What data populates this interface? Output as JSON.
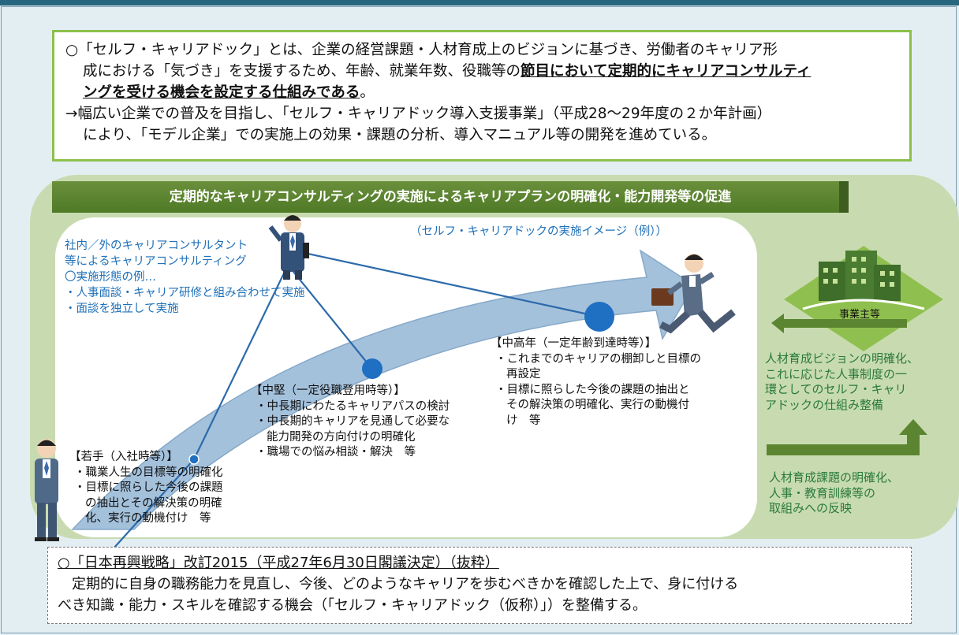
{
  "intro": {
    "line1": "○「セルフ・キャリアドック」とは、企業の経営課題・人材育成上のビジョンに基づき、労働者のキャリア形",
    "line2_plain": "成における「気づき」を支援するため、年齢、就業年数、役職等の",
    "line2_bold": "節目において定期的にキャリアコンサルティ",
    "line3_bold": "ングを受ける機会を設定する仕組みである",
    "line3_end": "。",
    "line4": "→幅広い企業での普及を目指し、「セルフ・キャリアドック導入支援事業」（平成28〜29年度の２か年計画）",
    "line5": "により、「モデル企業」での実施上の効果・課題の分析、導入マニュアル等の開発を進めている。"
  },
  "banner": "定期的なキャリアコンサルティングの実施によるキャリアプランの明確化・能力開発等の促進",
  "image_caption": "（セルフ・キャリアドックの実施イメージ（例））",
  "consultant": {
    "line1": "社内／外のキャリアコンサルタント",
    "line2": "等によるキャリアコンサルティング",
    "forms_title": "〇実施形態の例…",
    "form1": "・人事面談・キャリア研修と組み合わせて実施",
    "form2": "・面談を独立して実施"
  },
  "stages": {
    "young": {
      "title": "【若手（入社時等）】",
      "items": [
        "・職業人生の目標等の明確化",
        "・目標に照らした今後の課題",
        "の抽出とその解決策の明確",
        "化、実行の動機付け　等"
      ]
    },
    "mid": {
      "title": "【中堅（一定役職登用時等）】",
      "items": [
        "・中長期にわたるキャリアパスの検討",
        "・中長期的キャリアを見通して必要な",
        "能力開発の方向付けの明確化",
        "・職場での悩み相談・解決　等"
      ]
    },
    "senior": {
      "title": "【中高年（一定年齢到達時等）】",
      "items": [
        "・これまでのキャリアの棚卸しと目標の",
        "再設定",
        "・目標に照らした今後の課題の抽出と",
        "その解決策の明確化、実行の動機付",
        "け　等"
      ]
    }
  },
  "employer": {
    "label": "事業主等",
    "text1": [
      "人材育成ビジョンの明確化、",
      "これに応じた人事制度の一",
      "環としてのセルフ・キャリ",
      "アドックの仕組み整備"
    ],
    "text2": [
      "人材育成課題の明確化、",
      "人事・教育訓練等の",
      "取組みへの反映"
    ]
  },
  "quote": {
    "title": "○「日本再興戦略」改訂2015（平成27年6月30日閣議決定）（抜粋）",
    "line1": "　定期的に自身の職務能力を見直し、今後、どのようなキャリアを歩むべきかを確認した上で、身に付ける",
    "line2": "べき知識・能力・スキルを確認する機会（「セルフ・キャリアドック（仮称）」）を整備する。"
  },
  "colors": {
    "frame_bar": "#26667f",
    "background": "#e3eef3",
    "intro_border": "#8cc04b",
    "banner": "#5b8530",
    "panel_green": "#c8dbb0",
    "arrow_blue": "#9dbbd8",
    "node_blue": "#1f6fc2",
    "text_blue": "#1f70b8",
    "text_green": "#2a7a3c"
  }
}
